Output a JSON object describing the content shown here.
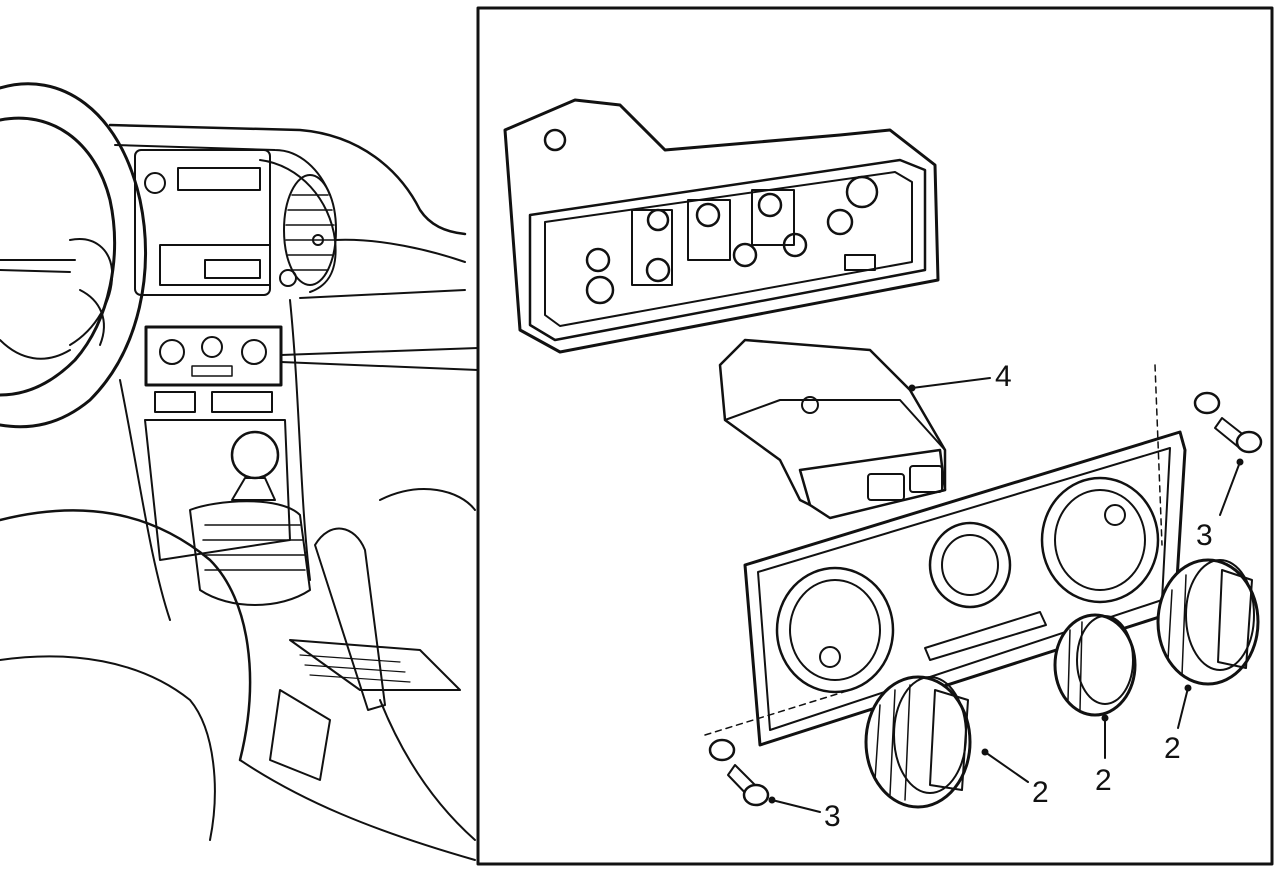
{
  "colors": {
    "ink": "#111111",
    "paper": "#ffffff"
  },
  "callouts": [
    {
      "id": "c4",
      "label": "4"
    },
    {
      "id": "c3a",
      "label": "3"
    },
    {
      "id": "c3b",
      "label": "3"
    },
    {
      "id": "c2a",
      "label": "2"
    },
    {
      "id": "c2b",
      "label": "2"
    },
    {
      "id": "c2c",
      "label": "2"
    }
  ]
}
